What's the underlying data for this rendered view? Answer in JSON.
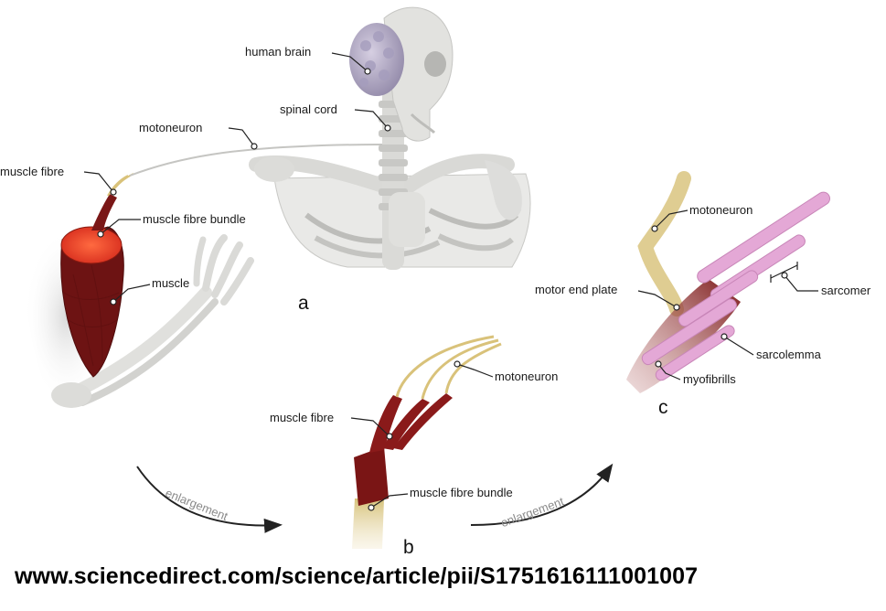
{
  "panels": {
    "a": "a",
    "b": "b",
    "c": "c"
  },
  "labels": {
    "human_brain": "human brain",
    "spinal_cord": "spinal cord",
    "motoneuron_a": "motoneuron",
    "muscle_fibre_a": "muscle fibre",
    "muscle_fibre_bundle_a": "muscle fibre bundle",
    "muscle": "muscle",
    "motoneuron_b": "motoneuron",
    "muscle_fibre_b": "muscle fibre",
    "muscle_fibre_bundle_b": "muscle fibre bundle",
    "motoneuron_c": "motoneuron",
    "motor_end_plate": "motor end plate",
    "sarcomer": "sarcomer",
    "sarcolemma": "sarcolemma",
    "myofibrills": "myofibrills"
  },
  "arrows": {
    "left": "enlargement",
    "right": "enlargement"
  },
  "source": "www.sciencedirect.com/science/article/pii/S1751616111001007",
  "colors": {
    "bone": "#e4e4e2",
    "muscle": "#6e1414",
    "muscle_cut": "#e8402a",
    "nerve": "#d8c57a",
    "brain": "#b9b0cc",
    "myofibril": "#e4a8d6"
  }
}
